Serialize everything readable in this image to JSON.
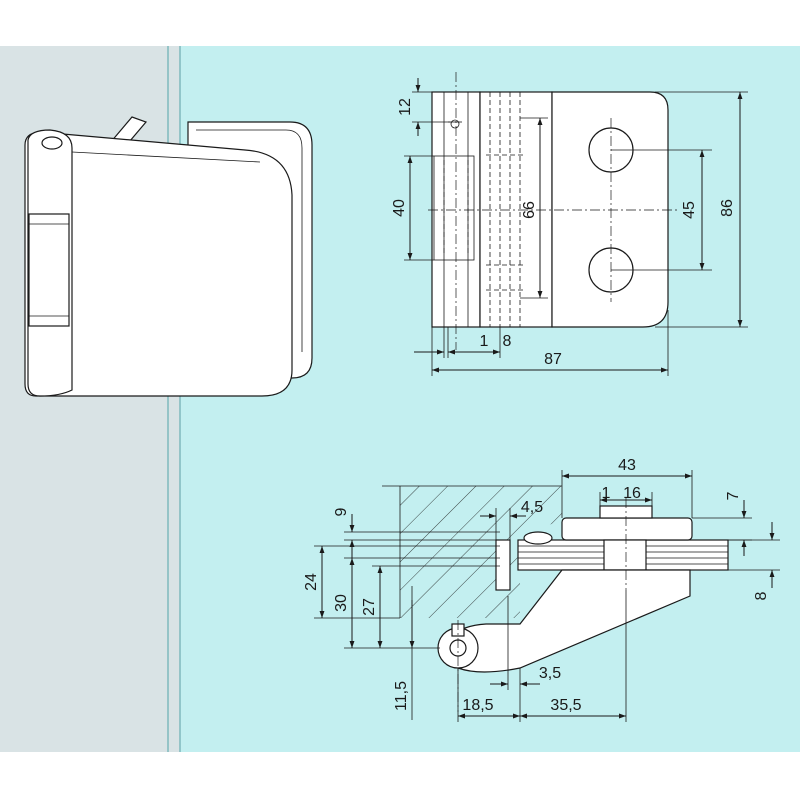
{
  "colors": {
    "wall": "#d9e3e5",
    "glass": "#c3eff0",
    "glass_edge": "#7fb9bd",
    "line": "#1a1a1a"
  },
  "front_view": {
    "dim_top_height": "12",
    "dim_pin_length": "40",
    "dim_slot_length": "66",
    "dim_hole_spacing": "45",
    "dim_total_height": "86",
    "dim_width": "87",
    "dim_offset_small": "1",
    "dim_offset_8": "8"
  },
  "section_view": {
    "dim_width_43": "43",
    "dim_16": "16",
    "dim_1": "1",
    "dim_7": "7",
    "dim_9": "9",
    "dim_4_5": "4,5",
    "dim_24": "24",
    "dim_30": "30",
    "dim_27": "27",
    "dim_8": "8",
    "dim_11_5": "11,5",
    "dim_18_5": "18,5",
    "dim_3_5": "3,5",
    "dim_35_5": "35,5"
  }
}
